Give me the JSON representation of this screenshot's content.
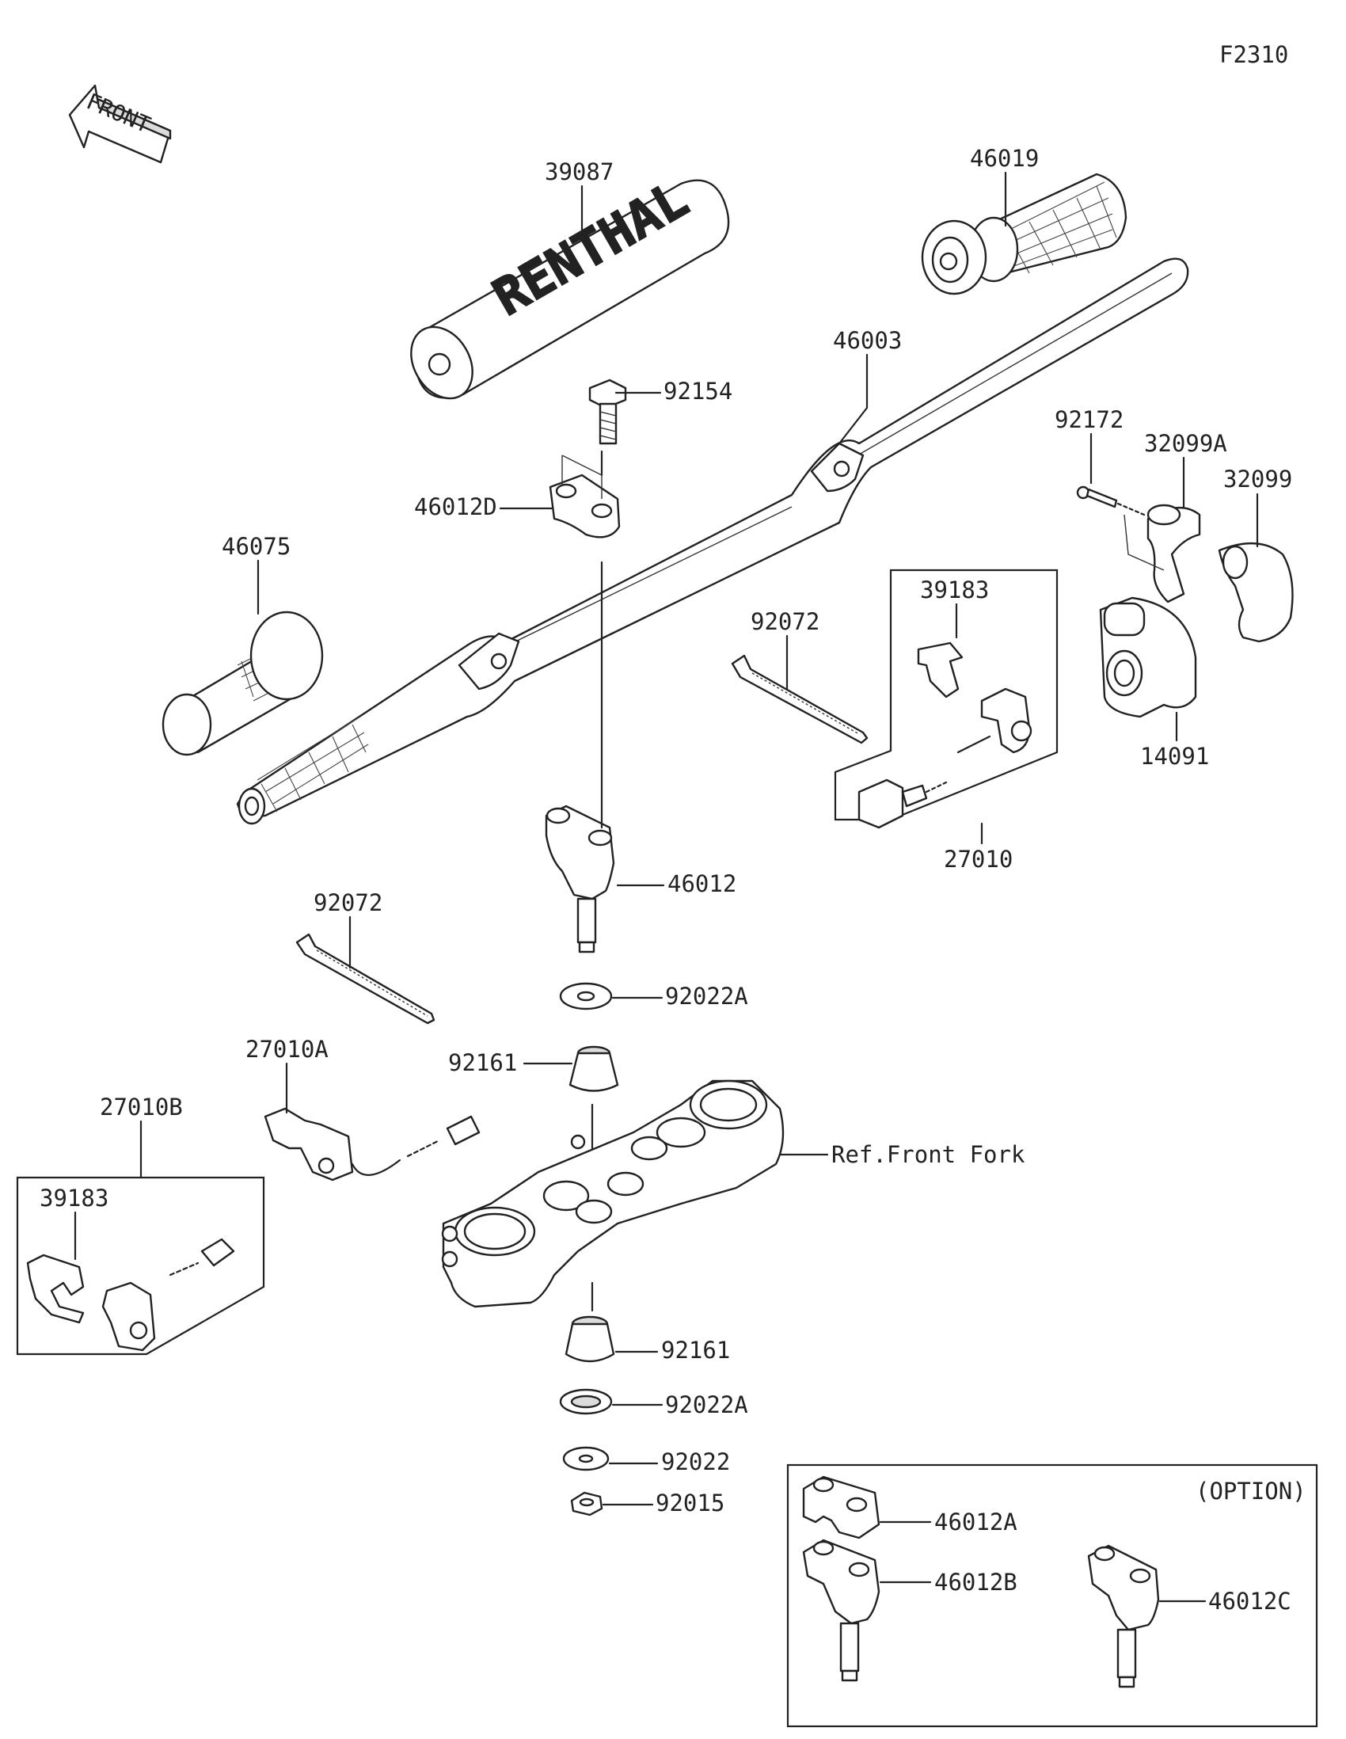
{
  "diagram_code": "F2310",
  "front_label": "FRONT",
  "option_label": "(OPTION)",
  "ref_label": "Ref.Front Fork",
  "pad_brand": "RENTHAL",
  "parts": {
    "p39087": "39087",
    "p46019": "46019",
    "p46003": "46003",
    "p92154": "92154",
    "p46012D": "46012D",
    "p92172": "92172",
    "p32099A": "32099A",
    "p32099": "32099",
    "p46075": "46075",
    "p92072_upper": "92072",
    "p39183_upper": "39183",
    "p14091": "14091",
    "p27010": "27010",
    "p46012": "46012",
    "p92072_lower": "92072",
    "p92022A_upper": "92022A",
    "p27010A": "27010A",
    "p92161_upper": "92161",
    "p27010B": "27010B",
    "p39183_lower": "39183",
    "p92161_lower": "92161",
    "p92022A_lower": "92022A",
    "p92022": "92022",
    "p92015": "92015",
    "p46012A": "46012A",
    "p46012B": "46012B",
    "p46012C": "46012C"
  }
}
